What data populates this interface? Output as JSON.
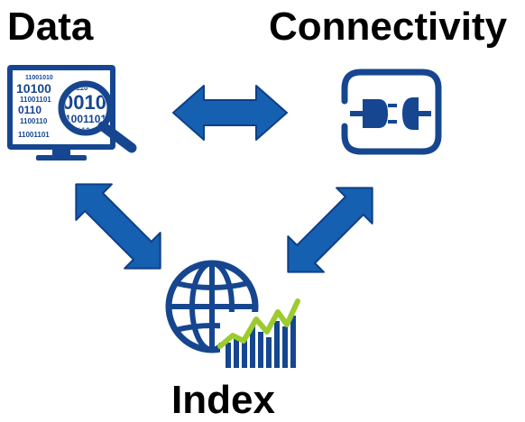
{
  "nodes": {
    "data": {
      "label": "Data",
      "icon": "computer-magnifier-binary-icon"
    },
    "connectivity": {
      "label": "Connectivity",
      "icon": "plug-socket-icon"
    },
    "index": {
      "label": "Index",
      "icon": "globe-chart-icon"
    }
  },
  "binary_text": {
    "screen_lines": [
      "11001010",
      "10100",
      "11001101",
      "0110",
      "1100110",
      "11001101"
    ],
    "lens_lines": [
      "01110",
      "001010",
      "1001101",
      "0010"
    ]
  },
  "colors": {
    "primary": "#16468f",
    "arrow_fill": "#1560b0",
    "arrow_stroke": "#0f3f86",
    "accent_line": "#9ccb2e",
    "text": "#000000"
  }
}
